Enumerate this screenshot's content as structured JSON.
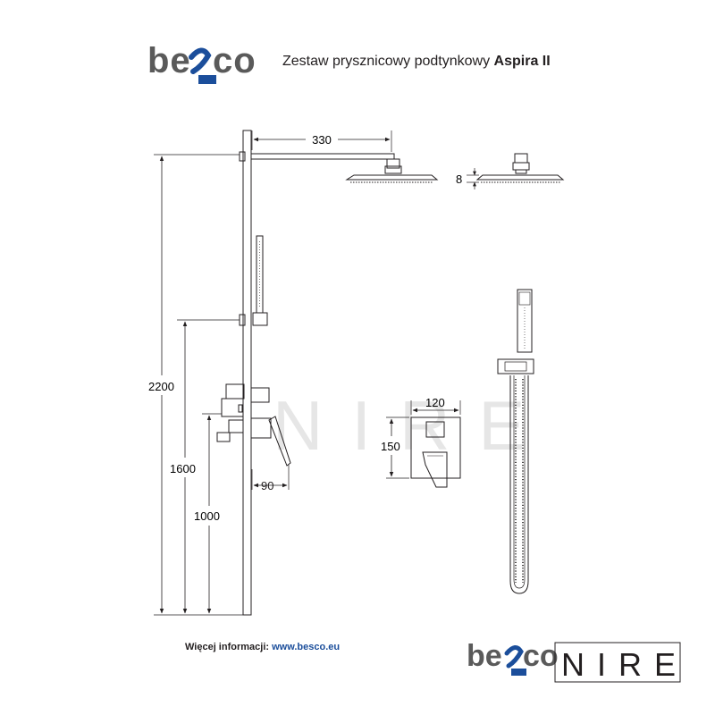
{
  "header": {
    "brand_logo": "besco",
    "title_prefix": "Zestaw prysznicowy podtynkowy",
    "title_model": "Aspira II"
  },
  "dimensions": {
    "arm_length": "330",
    "head_thickness": "8",
    "total_height": "2200",
    "holder_height": "1600",
    "mixer_height": "1000",
    "mixer_depth": "90",
    "plate_width": "120",
    "plate_height": "150"
  },
  "watermark": "NIRE",
  "footer": {
    "info_label": "Więcej informacji:",
    "info_url": "www.besco.eu",
    "brand_logo": "besco",
    "series_logo": "NIRE"
  },
  "colors": {
    "line": "#231f20",
    "brand_blue": "#1b4e9b",
    "logo_gray": "#5a5a5a",
    "watermark": "#e4e4e4"
  }
}
